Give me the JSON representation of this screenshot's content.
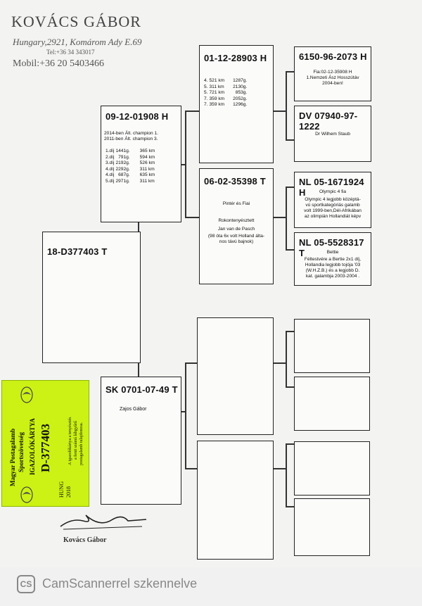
{
  "header": {
    "name": "KOVÁCS GÁBOR",
    "address": "Hungary,2921, Komárom Ady E.69",
    "tel": "Tel:+36 34 343017",
    "mobile": "Mobil:+36 20 5403466"
  },
  "subject": {
    "ring": "18-D377403 T"
  },
  "sire": {
    "ring": "09-12-01908 H",
    "titles": [
      "2014-ben Ált. champion 1.",
      "2011-ben Ált. champion 3."
    ],
    "results": [
      {
        "place": "1.díj",
        "dist_g": "1441g.",
        "km": "365 km"
      },
      {
        "place": "2.díj",
        "dist_g": "791g.",
        "km": "594 km"
      },
      {
        "place": "3.díj",
        "dist_g": "2192g.",
        "km": "526 km"
      },
      {
        "place": "4.díj",
        "dist_g": "2292g.",
        "km": "311 km"
      },
      {
        "place": "4.díj",
        "dist_g": "687g.",
        "km": "635 km"
      },
      {
        "place": "5.díj",
        "dist_g": "2971g.",
        "km": "311 km"
      }
    ]
  },
  "sire_sire": {
    "ring": "01-12-28903 H",
    "results": [
      {
        "n": "4.",
        "km": "521 km",
        "g": "1287g."
      },
      {
        "n": "5.",
        "km": "311 km",
        "g": "2130g."
      },
      {
        "n": "5.",
        "km": "721 km",
        "g": "853g."
      },
      {
        "n": "7.",
        "km": "359 km",
        "g": "2052g."
      },
      {
        "n": "7.",
        "km": "359 km",
        "g": "1296g."
      }
    ]
  },
  "sire_dam": {
    "ring": "06-02-35398 T",
    "line1": "Pintér és Fiai",
    "line2": "Rokontenyésztett",
    "line3": "Jan van de Pasch",
    "line4": "(98 óta 6x volt Holland álta-",
    "line5": "nos távú bajnok)"
  },
  "sss": {
    "ring": "6150-96-2073 H",
    "line1": "Fia:02-12-35908 H",
    "line2": "1.Nemzeti Ász Hosszútáv",
    "line3": "2004-ben!"
  },
  "ssd": {
    "ring": "DV 07940-97-1222",
    "line1": "Dr Wilhem Staub"
  },
  "sds": {
    "ring": "NL 05-1671924 H",
    "line1": "Olympic 4 fia",
    "line2": "Olympic 4 legjobb középtá-",
    "line3": "vú sportkategóriás galamb",
    "line4": "volt 1999-ben,Dél-Afrikában",
    "line5": "az olimpián Hollandiát képv"
  },
  "sdd": {
    "ring": "NL 05-5528317 T",
    "line1": "Bettie",
    "line2": "Féltestvére a Bertie 2x1 díj,",
    "line3": "Hollandia legjobb tojója '03",
    "line4": "(W.H.Z.B.) és a legjobb D.",
    "line5": "kat. galambja 2003-2004 ."
  },
  "dam": {
    "ring": "SK 0701-07-49 T",
    "line1": "Zajos Gábor"
  },
  "card": {
    "org1": "Magyar Postagalamb",
    "org2": "Sportszövetség",
    "title": "IGAZOLÓKÁRTYA",
    "ring": "D-377403",
    "country": "HUNG",
    "year": "2018",
    "note1": "A igazolókártya a tenyésztés",
    "note2": "a fenti számú lábgyűrű",
    "note3": "postagalamb tulajdonosa."
  },
  "signature": {
    "name": "Kovács Gábor"
  },
  "footer": {
    "logo": "CS",
    "text": "CamScannerrel szkennelve"
  }
}
